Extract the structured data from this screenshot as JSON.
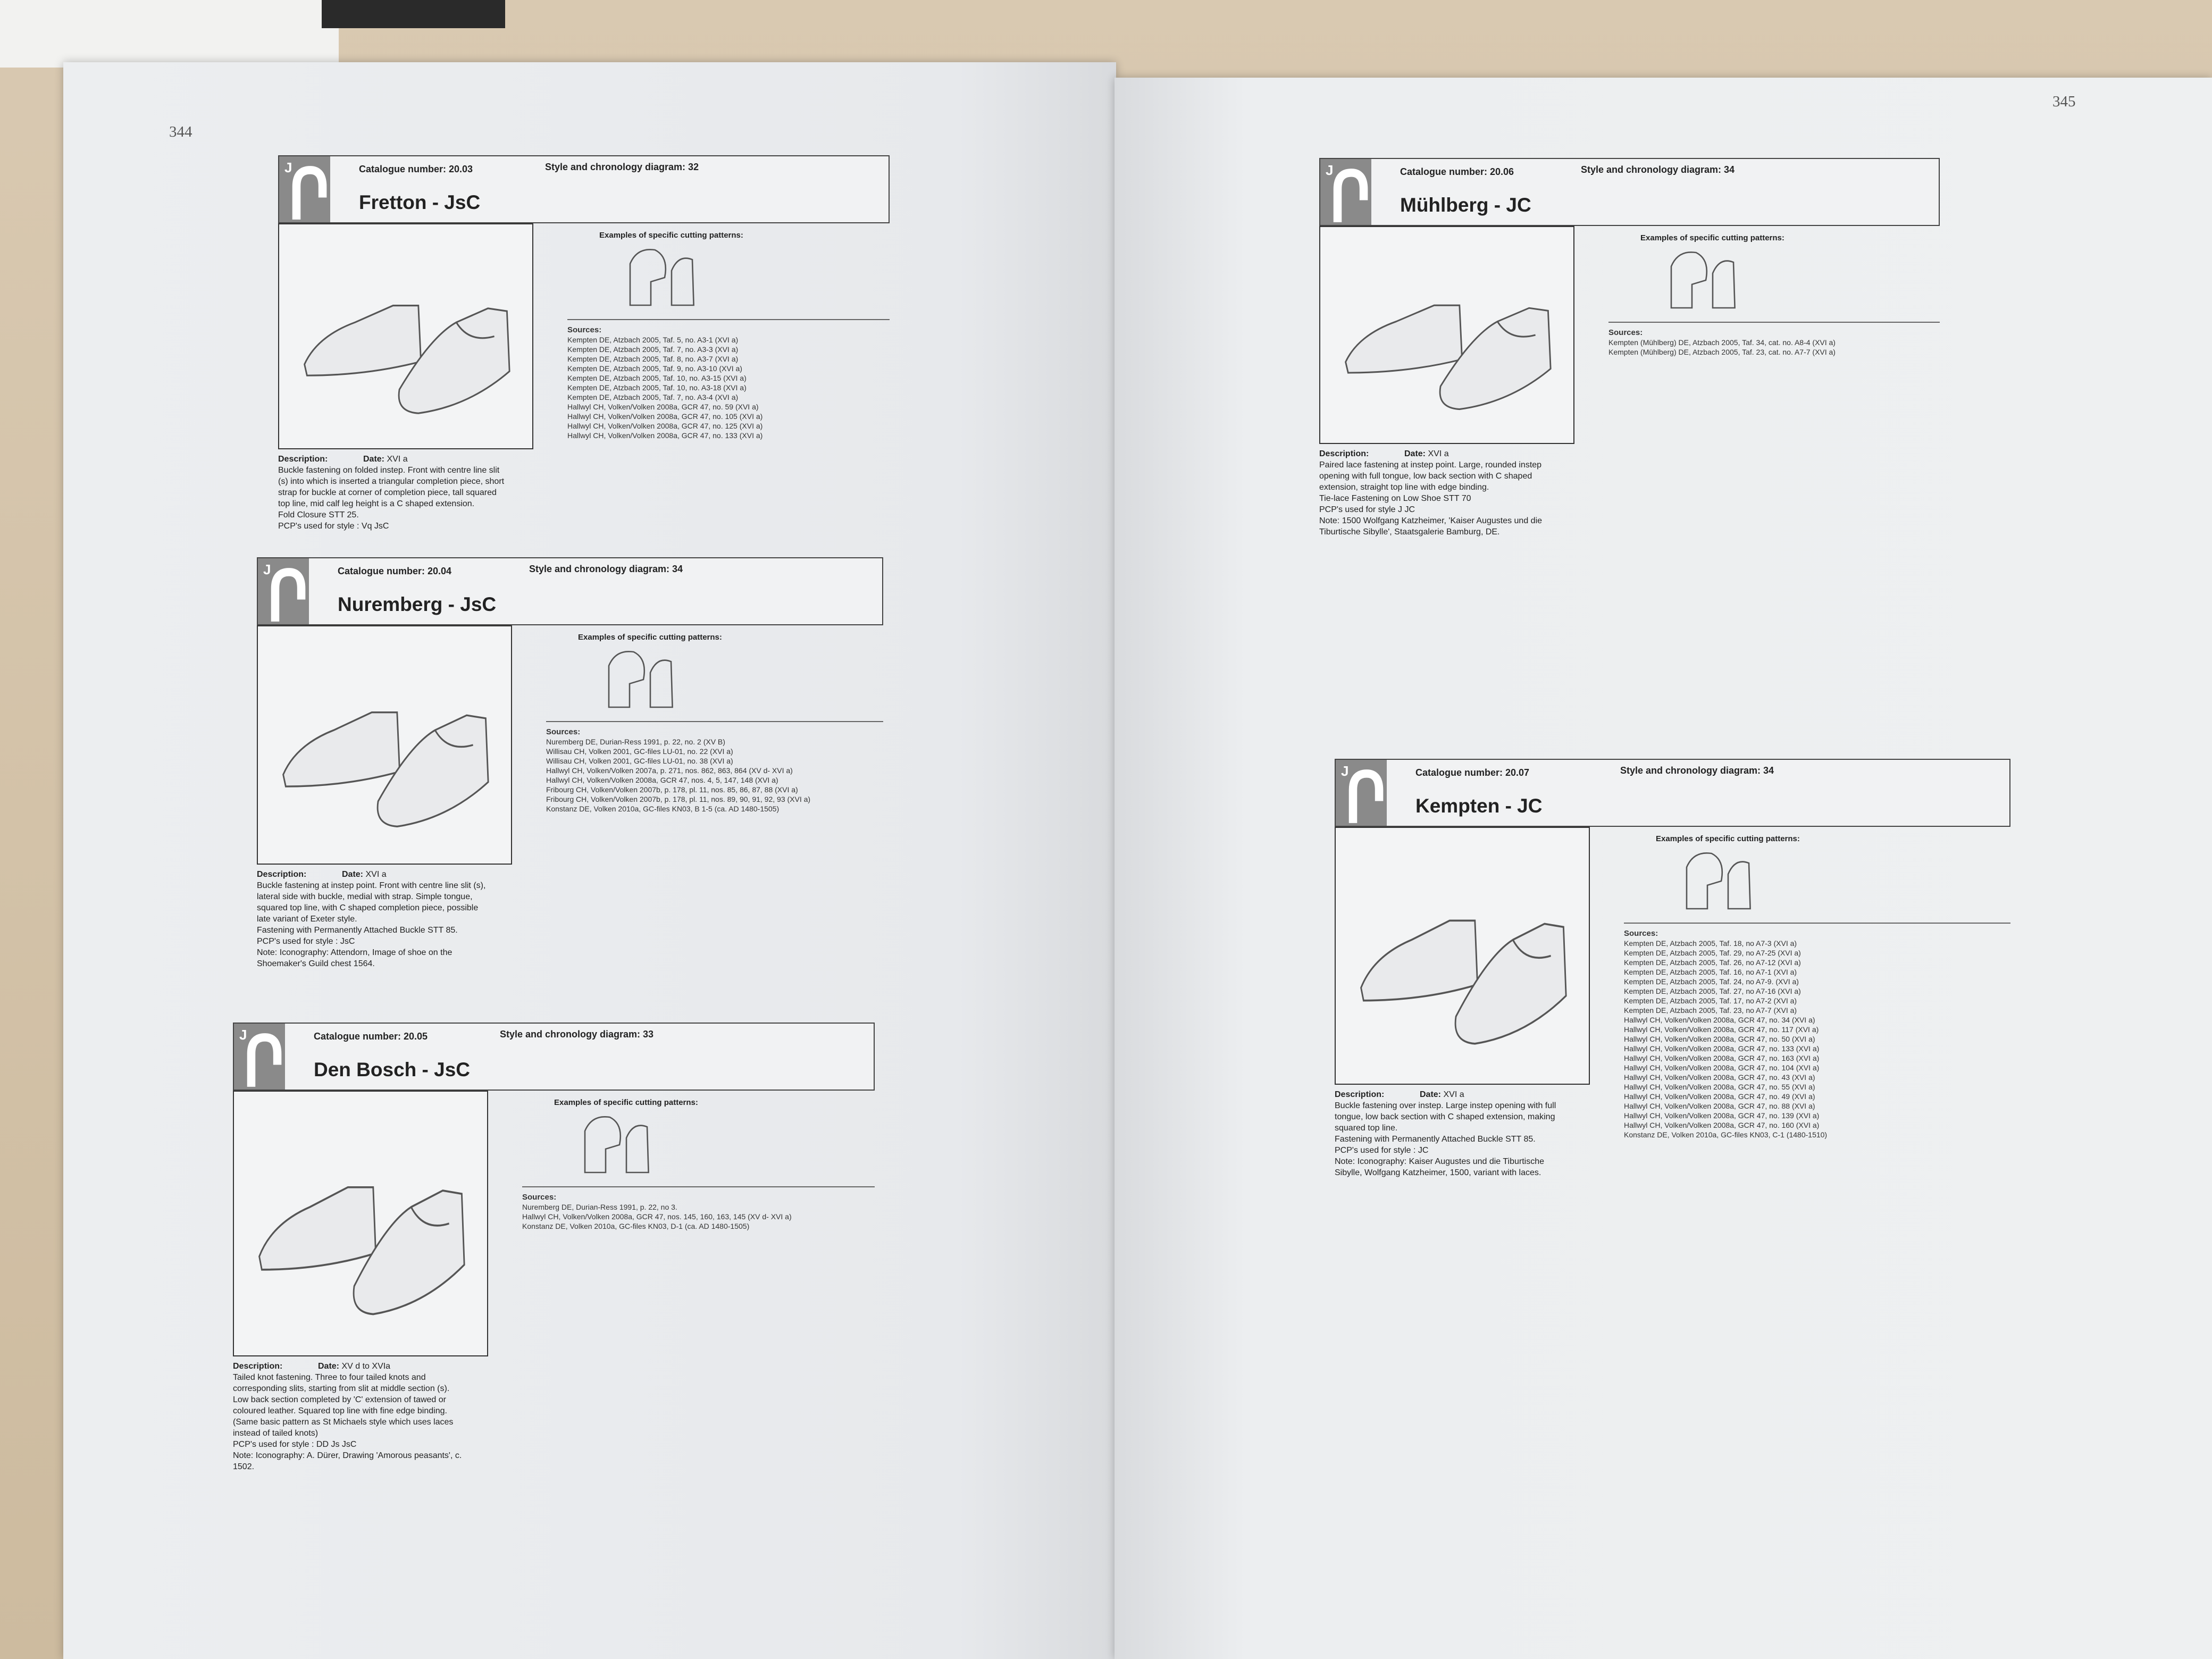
{
  "left_page": {
    "page_number": "344",
    "entries": [
      {
        "catalogue": "Catalogue number: 20.03",
        "style_diagram": "Style and chronology diagram: 32",
        "title": "Fretton  - JsC",
        "cutting_label": "Examples of specific cutting patterns:",
        "sources_label": "Sources:",
        "sources": [
          "Kempten DE, Atzbach 2005, Taf. 5, no. A3-1 (XVI a)",
          "Kempten DE, Atzbach 2005, Taf. 7, no. A3-3 (XVI a)",
          "Kempten DE, Atzbach 2005, Taf. 8, no. A3-7 (XVI a)",
          "Kempten DE, Atzbach 2005, Taf. 9, no. A3-10 (XVI a)",
          "Kempten DE, Atzbach 2005, Taf. 10, no. A3-15 (XVI a)",
          "Kempten DE, Atzbach 2005, Taf. 10, no. A3-18 (XVI a)",
          "Kempten DE, Atzbach 2005, Taf. 7, no. A3-4 (XVI a)",
          "Hallwyl CH, Volken/Volken 2008a, GCR 47, no. 59 (XVI a)",
          "Hallwyl CH, Volken/Volken 2008a, GCR 47, no. 105 (XVI a)",
          "Hallwyl CH, Volken/Volken 2008a, GCR 47, no. 125 (XVI a)",
          "Hallwyl CH, Volken/Volken 2008a, GCR 47, no. 133 (XVI a)"
        ],
        "description_label": "Description:",
        "date_label": "Date:",
        "date": "XVI a",
        "description": [
          "Buckle fastening on folded instep. Front with centre line slit",
          "(s) into which is inserted a triangular completion piece, short",
          "strap for buckle at corner of completion piece, tall squared",
          "top line, mid calf leg height is a C shaped extension.",
          "Fold Closure STT 25.",
          "PCP's used for style : Vq  JsC"
        ]
      },
      {
        "catalogue": "Catalogue number: 20.04",
        "style_diagram": "Style and chronology diagram: 34",
        "title": "Nuremberg  - JsC",
        "cutting_label": "Examples of specific cutting patterns:",
        "sources_label": "Sources:",
        "sources": [
          "Nuremberg DE, Durian-Ress 1991, p. 22, no. 2 (XV B)",
          "Willisau CH, Volken 2001, GC-files LU-01, no. 22 (XVI a)",
          "Willisau CH, Volken 2001, GC-files LU-01, no. 38 (XVI a)",
          "Hallwyl CH, Volken/Volken 2007a, p. 271, nos. 862, 863, 864 (XV d- XVI a)",
          "Hallwyl CH, Volken/Volken 2008a, GCR 47, nos. 4, 5, 147, 148 (XVI a)",
          "Fribourg CH, Volken/Volken 2007b, p. 178, pl. 11, nos. 85, 86, 87, 88 (XVI a)",
          "Fribourg CH, Volken/Volken 2007b, p. 178, pl. 11, nos. 89, 90, 91, 92, 93 (XVI a)",
          "Konstanz DE, Volken 2010a, GC-files KN03, B 1-5 (ca. AD 1480-1505)"
        ],
        "description_label": "Description:",
        "date_label": "Date:",
        "date": "XVI a",
        "description": [
          "Buckle fastening at instep point. Front with centre line slit (s),",
          "lateral side with buckle, medial with strap. Simple tongue,",
          "squared top line, with C shaped completion piece, possible",
          "late variant of Exeter style.",
          "Fastening with Permanently Attached Buckle STT 85.",
          "PCP's used for style : JsC",
          "Note: Iconography: Attendorn, Image of shoe on the",
          "Shoemaker's Guild chest 1564."
        ]
      },
      {
        "catalogue": "Catalogue number: 20.05",
        "style_diagram": "Style and chronology diagram: 33",
        "title": "Den Bosch  - JsC",
        "cutting_label": "Examples of specific cutting patterns:",
        "sources_label": "Sources:",
        "sources": [
          "Nuremberg DE, Durian-Ress 1991, p. 22,  no 3.",
          "Hallwyl CH, Volken/Volken 2008a, GCR 47, nos. 145, 160, 163, 145 (XV d- XVI a)",
          "Konstanz DE, Volken 2010a, GC-files KN03, D-1 (ca. AD 1480-1505)"
        ],
        "description_label": "Description:",
        "date_label": "Date:",
        "date": "XV d  to  XVIa",
        "description": [
          "Tailed knot fastening. Three to four tailed knots and",
          "corresponding slits, starting from slit at middle section (s).",
          "Low back section completed by 'C' extension of tawed or",
          "coloured leather. Squared top line with fine edge binding.",
          "(Same basic pattern as St Michaels style which uses laces",
          "instead of tailed knots)",
          "PCP's used for style : DD  Js  JsC",
          "Note: Iconography: A. Dürer, Drawing 'Amorous peasants', c.",
          "1502."
        ]
      }
    ]
  },
  "right_page": {
    "page_number": "345",
    "entries": [
      {
        "catalogue": "Catalogue number: 20.06",
        "style_diagram": "Style and chronology diagram: 34",
        "title": "Mühlberg - JC",
        "cutting_label": "Examples of specific cutting patterns:",
        "sources_label": "Sources:",
        "sources": [
          "Kempten (Mühlberg) DE, Atzbach 2005, Taf. 34, cat. no. A8-4 (XVI a)",
          "Kempten (Mühlberg) DE, Atzbach 2005, Taf. 23, cat. no. A7-7 (XVI a)"
        ],
        "description_label": "Description:",
        "date_label": "Date:",
        "date": "XVI a",
        "description": [
          "Paired lace fastening at instep point. Large, rounded instep",
          "opening with full tongue, low back section with C shaped",
          "extension, straight top line with edge binding.",
          "Tie-lace Fastening on Low Shoe STT 70",
          "PCP's used for style   J JC",
          "Note: 1500  Wolfgang Katzheimer, 'Kaiser Augustes und die",
          "Tiburtische Sibylle', Staatsgalerie Bamburg, DE."
        ]
      },
      {
        "catalogue": "Catalogue number: 20.07",
        "style_diagram": "Style and chronology diagram: 34",
        "title": "Kempten - JC",
        "cutting_label": "Examples of specific cutting patterns:",
        "sources_label": "Sources:",
        "sources": [
          "Kempten DE, Atzbach 2005, Taf. 18, no A7-3 (XVI a)",
          "Kempten DE, Atzbach 2005, Taf. 29, no A7-25 (XVI a)",
          "Kempten DE, Atzbach 2005, Taf. 26, no A7-12 (XVI a)",
          "Kempten DE, Atzbach 2005, Taf. 16, no A7-1 (XVI a)",
          "Kempten DE, Atzbach 2005, Taf. 24, no A7-9. (XVI a)",
          "Kempten DE, Atzbach 2005, Taf. 27, no A7-16 (XVI a)",
          "Kempten DE, Atzbach 2005, Taf. 17, no A7-2 (XVI a)",
          "Kempten DE, Atzbach 2005, Taf. 23, no A7-7 (XVI a)",
          "Hallwyl CH, Volken/Volken 2008a, GCR 47, no. 34 (XVI a)",
          "Hallwyl CH, Volken/Volken 2008a, GCR 47, no. 117 (XVI a)",
          "Hallwyl CH, Volken/Volken 2008a, GCR 47, no. 50 (XVI a)",
          "Hallwyl CH, Volken/Volken 2008a, GCR 47, no. 133 (XVI a)",
          "Hallwyl CH, Volken/Volken 2008a, GCR 47, no. 163 (XVI a)",
          "Hallwyl CH, Volken/Volken 2008a, GCR 47, no. 104 (XVI a)",
          "Hallwyl CH, Volken/Volken 2008a, GCR 47, no. 43 (XVI a)",
          "Hallwyl CH, Volken/Volken 2008a, GCR 47, no. 55 (XVI a)",
          "Hallwyl CH, Volken/Volken 2008a, GCR 47, no. 49 (XVI a)",
          "Hallwyl CH, Volken/Volken 2008a, GCR 47, no. 88 (XVI a)",
          "Hallwyl CH, Volken/Volken 2008a, GCR 47, no. 139 (XVI a)",
          "Hallwyl CH, Volken/Volken 2008a, GCR 47, no. 160 (XVI a)",
          "Konstanz DE, Volken 2010a, GC-files KN03, C-1 (1480-1510)"
        ],
        "description_label": "Description:",
        "date_label": "Date:",
        "date": "XVI a",
        "description": [
          "Buckle fastening over instep. Large instep opening with full",
          "tongue, low back section with C shaped extension, making",
          "squared top line.",
          "Fastening with Permanently Attached Buckle STT 85.",
          "PCP's used for style : JC",
          "Note: Iconography: Kaiser Augustes und die Tiburtische",
          "Sibylle, Wolfgang Katzheimer, 1500, variant with laces."
        ]
      }
    ]
  },
  "logo_letter": "J"
}
